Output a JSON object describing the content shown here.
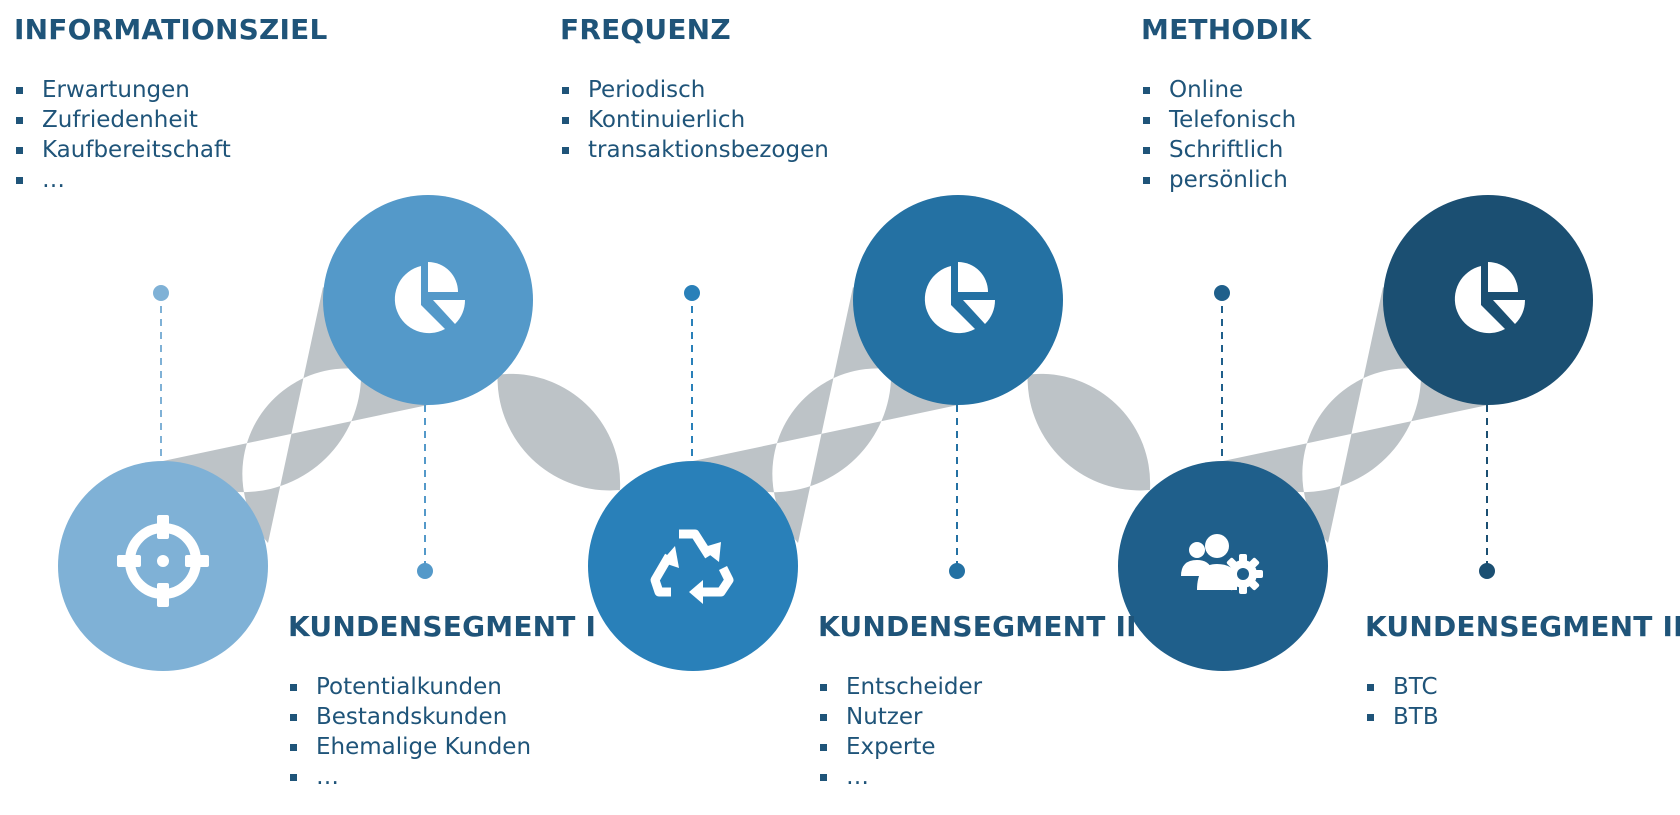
{
  "top_blocks": [
    {
      "title": "INFORMATIONSZIEL",
      "items": [
        "Erwartungen",
        "Zufriedenheit",
        "Kaufbereitschaft",
        "…"
      ]
    },
    {
      "title": "FREQUENZ",
      "items": [
        "Periodisch",
        "Kontinuierlich",
        "transaktionsbezogen"
      ]
    },
    {
      "title": "METHODIK",
      "items": [
        "Online",
        "Telefonisch",
        "Schriftlich",
        "persönlich"
      ]
    }
  ],
  "bottom_blocks": [
    {
      "title": "KUNDENSEGMENT I",
      "items": [
        "Potentialkunden",
        "Bestandskunden",
        "Ehemalige Kunden",
        "…"
      ]
    },
    {
      "title": "KUNDENSEGMENT II",
      "items": [
        "Entscheider",
        "Nutzer",
        "Experte",
        "…"
      ]
    },
    {
      "title": "KUNDENSEGMENT III",
      "items": [
        "BTC",
        "BTB"
      ]
    }
  ],
  "steps": [
    {
      "icon": "target-icon",
      "color": "#7fb1d6"
    },
    {
      "icon": "pie-chart-icon",
      "color": "#5499c9"
    },
    {
      "icon": "recycle-icon",
      "color": "#2980b9"
    },
    {
      "icon": "pie-chart-icon",
      "color": "#2471a3"
    },
    {
      "icon": "users-gear-icon",
      "color": "#1f5f8b"
    },
    {
      "icon": "pie-chart-icon",
      "color": "#1b4f72"
    }
  ],
  "connector_color": "#bdc3c7",
  "text_color": "#1f5479"
}
